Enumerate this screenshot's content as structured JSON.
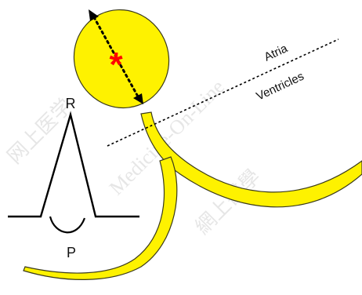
{
  "labels": {
    "atria": "Atria",
    "ventricles": "Ventricles",
    "r_wave": "R",
    "p_wave": "P",
    "asterisk": "*"
  },
  "watermark": {
    "site": "Medicine-On-Line",
    "left_chars": "网上医学",
    "right_chars": "網上醫學"
  },
  "colors": {
    "conduction_fill": "#fef200",
    "conduction_outline": "#3a3a1a",
    "asterisk": "#ff0000",
    "line": "#000000"
  }
}
